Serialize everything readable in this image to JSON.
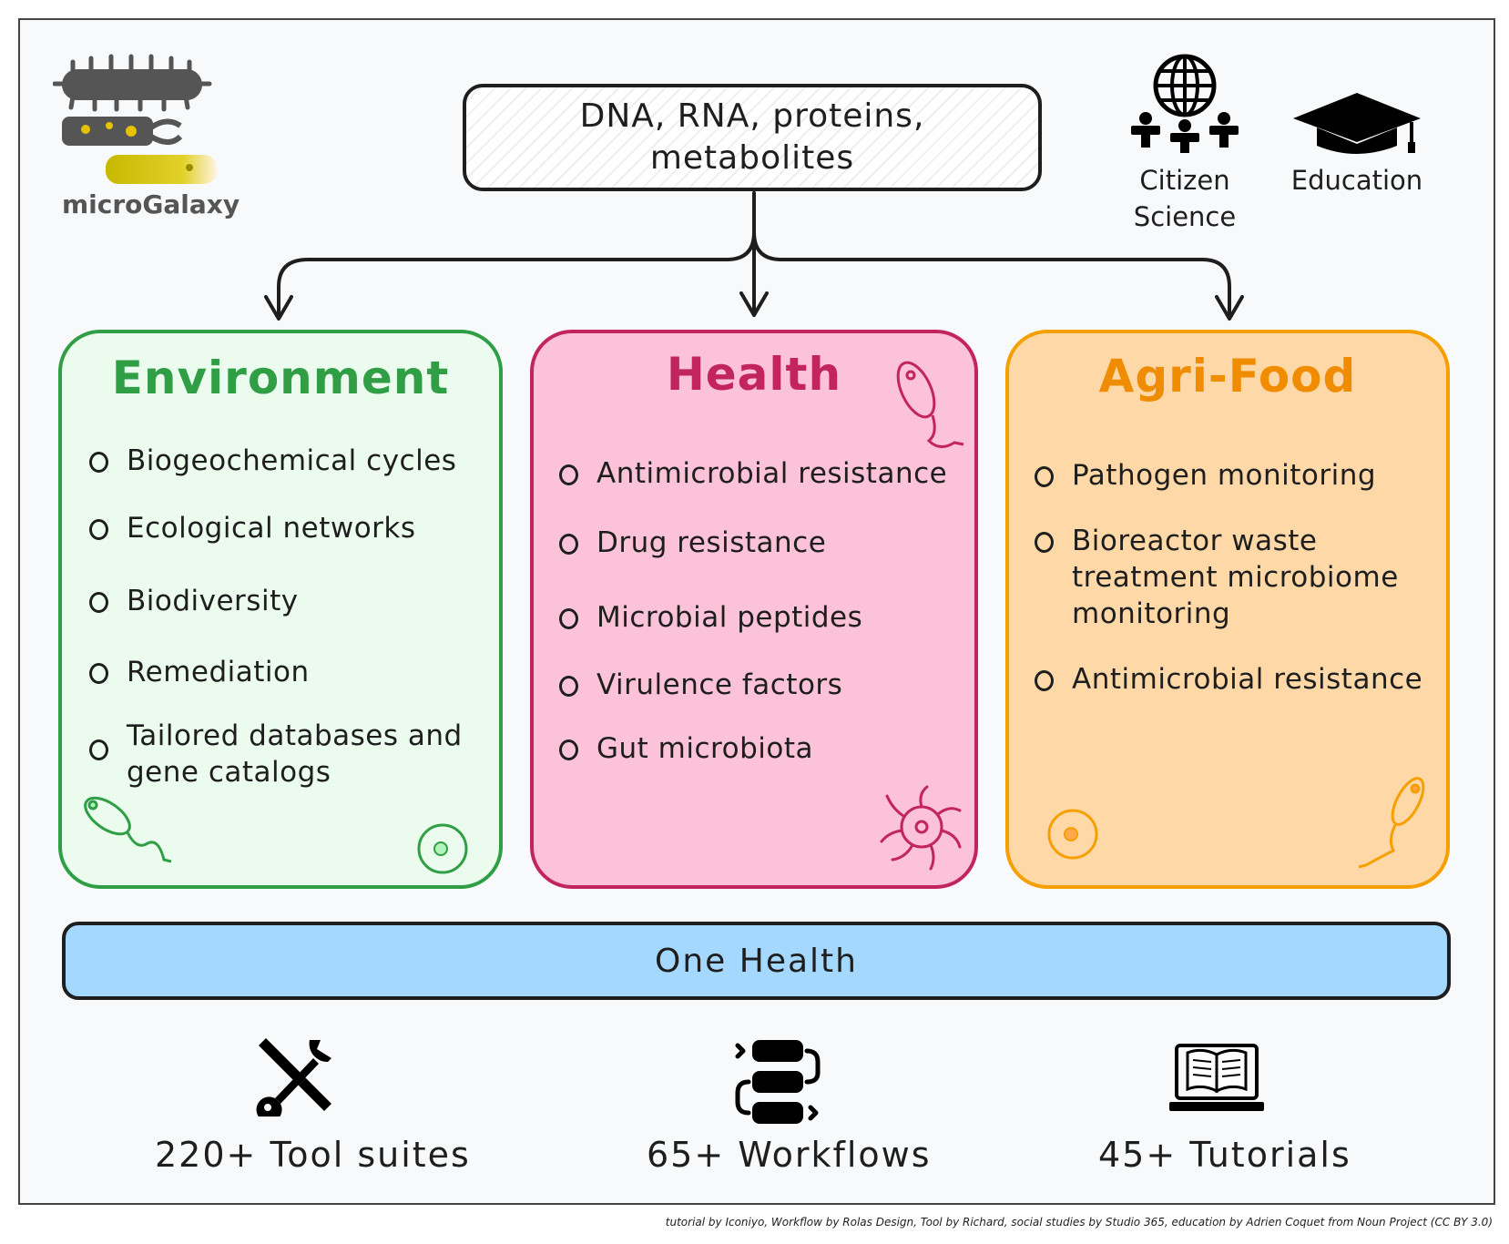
{
  "logo": {
    "name": "microGalaxy"
  },
  "top_box": {
    "line1": "DNA, RNA, proteins,",
    "line2": "metabolites"
  },
  "icons_top": {
    "citizen_line1": "Citizen",
    "citizen_line2": "Science",
    "education": "Education"
  },
  "panels": {
    "environment": {
      "title": "Environment",
      "items": [
        "Biogeochemical cycles",
        "Ecological networks",
        "Biodiversity",
        "Remediation",
        "Tailored databases and",
        "gene catalogs"
      ]
    },
    "health": {
      "title": "Health",
      "items": [
        "Antimicrobial resistance",
        "Drug resistance",
        "Microbial peptides",
        "Virulence factors",
        "Gut microbiota"
      ]
    },
    "agrifood": {
      "title": "Agri-Food",
      "items": [
        "Pathogen monitoring",
        "Bioreactor waste",
        "treatment microbiome",
        "monitoring",
        "Antimicrobial resistance"
      ]
    }
  },
  "one_health": "One Health",
  "stats": {
    "tools": "220+ Tool suites",
    "workflows": "65+ Workflows",
    "tutorials": "45+ Tutorials"
  },
  "credits": "tutorial by Iconiyo, Workflow by Rolas Design, Tool by Richard, social studies by Studio 365, education by Adrien Coquet from Noun Project (CC BY 3.0)",
  "colors": {
    "environment_stroke": "#2f9e44",
    "environment_fill": "#ebfbee",
    "health_stroke": "#c2255c",
    "health_fill": "#fcc2d7",
    "agrifood_stroke": "#f59f00",
    "agrifood_fill": "#ffd8a8",
    "agrifood_title": "#f08c00",
    "one_health_fill": "#a5d8ff"
  }
}
